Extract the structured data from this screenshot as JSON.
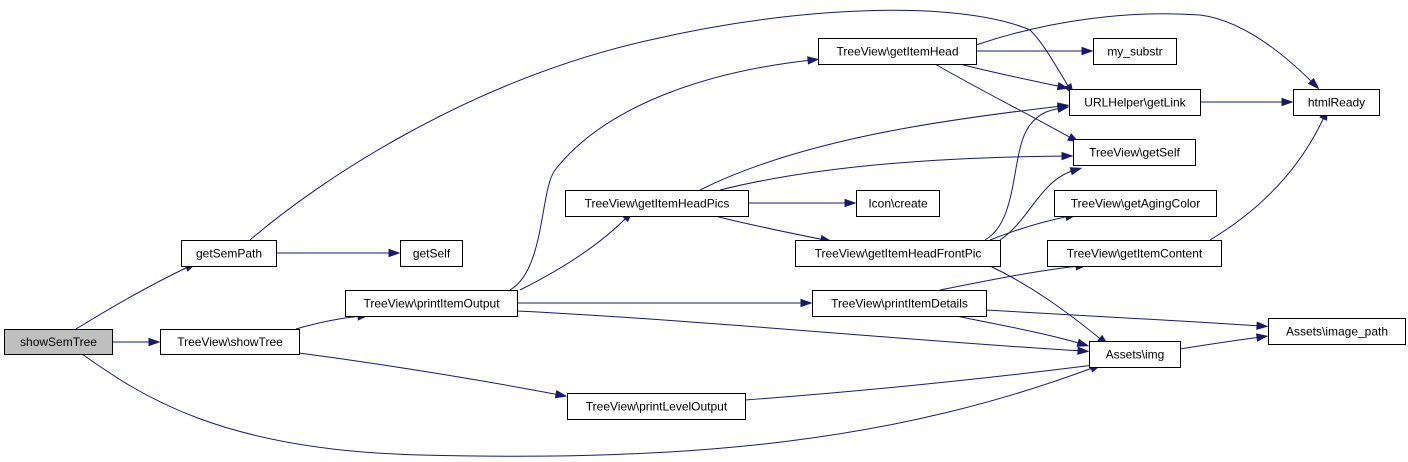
{
  "nodes": [
    {
      "id": "showSemTree",
      "label": "showSemTree",
      "highlighted": true
    },
    {
      "id": "getSemPath",
      "label": "getSemPath"
    },
    {
      "id": "getSelf",
      "label": "getSelf"
    },
    {
      "id": "showTree",
      "label": "TreeView\\showTree"
    },
    {
      "id": "printItemOutput",
      "label": "TreeView\\printItemOutput"
    },
    {
      "id": "getItemHead",
      "label": "TreeView\\getItemHead"
    },
    {
      "id": "getItemHeadPics",
      "label": "TreeView\\getItemHeadPics"
    },
    {
      "id": "iconCreate",
      "label": "Icon\\create"
    },
    {
      "id": "getItemHeadFrontPic",
      "label": "TreeView\\getItemHeadFrontPic"
    },
    {
      "id": "printItemDetails",
      "label": "TreeView\\printItemDetails"
    },
    {
      "id": "printLevelOutput",
      "label": "TreeView\\printLevelOutput"
    },
    {
      "id": "mySubstr",
      "label": "my_substr"
    },
    {
      "id": "getLink",
      "label": "URLHelper\\getLink"
    },
    {
      "id": "tvGetSelf",
      "label": "TreeView\\getSelf"
    },
    {
      "id": "getAgingColor",
      "label": "TreeView\\getAgingColor"
    },
    {
      "id": "getItemContent",
      "label": "TreeView\\getItemContent"
    },
    {
      "id": "assetsImg",
      "label": "Assets\\img"
    },
    {
      "id": "htmlReady",
      "label": "htmlReady"
    },
    {
      "id": "imagePath",
      "label": "Assets\\image_path"
    }
  ],
  "edges": [
    [
      "showSemTree",
      "getSemPath"
    ],
    [
      "showSemTree",
      "showTree"
    ],
    [
      "showSemTree",
      "assetsImg"
    ],
    [
      "getSemPath",
      "getSelf"
    ],
    [
      "getSemPath",
      "getLink"
    ],
    [
      "showTree",
      "printItemOutput"
    ],
    [
      "showTree",
      "printLevelOutput"
    ],
    [
      "printItemOutput",
      "getItemHead"
    ],
    [
      "printItemOutput",
      "getItemHeadPics"
    ],
    [
      "printItemOutput",
      "printItemDetails"
    ],
    [
      "printItemOutput",
      "assetsImg"
    ],
    [
      "getItemHead",
      "mySubstr"
    ],
    [
      "getItemHead",
      "getLink"
    ],
    [
      "getItemHead",
      "htmlReady"
    ],
    [
      "getItemHead",
      "tvGetSelf"
    ],
    [
      "getItemHeadPics",
      "getLink"
    ],
    [
      "getItemHeadPics",
      "tvGetSelf"
    ],
    [
      "getItemHeadPics",
      "iconCreate"
    ],
    [
      "getItemHeadPics",
      "getItemHeadFrontPic"
    ],
    [
      "getItemHeadFrontPic",
      "getLink"
    ],
    [
      "getItemHeadFrontPic",
      "tvGetSelf"
    ],
    [
      "getItemHeadFrontPic",
      "getAgingColor"
    ],
    [
      "getItemHeadFrontPic",
      "assetsImg"
    ],
    [
      "printItemDetails",
      "getItemContent"
    ],
    [
      "printItemDetails",
      "assetsImg"
    ],
    [
      "printItemDetails",
      "imagePath"
    ],
    [
      "printLevelOutput",
      "assetsImg"
    ],
    [
      "getLink",
      "htmlReady"
    ],
    [
      "getItemContent",
      "htmlReady"
    ],
    [
      "assetsImg",
      "imagePath"
    ]
  ],
  "colors": {
    "edge": "#191970",
    "highlighted_node": "#bfbfbf",
    "node_border": "#000000"
  }
}
